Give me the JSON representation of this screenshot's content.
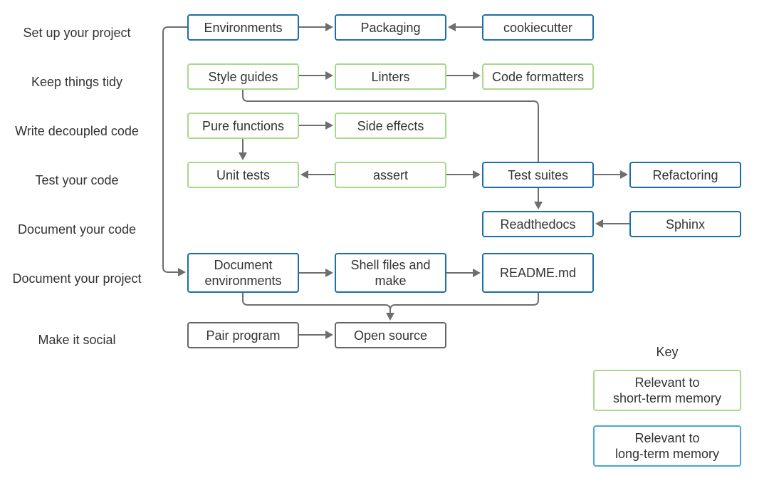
{
  "row_labels": [
    "Set up your project",
    "Keep things tidy",
    "Write decoupled code",
    "Test your code",
    "Document your code",
    "Document your project",
    "Make it social"
  ],
  "nodes": {
    "environments": "Environments",
    "packaging": "Packaging",
    "cookiecutter": "cookiecutter",
    "style_guides": "Style guides",
    "linters": "Linters",
    "code_formatters": "Code formatters",
    "pure_functions": "Pure functions",
    "side_effects": "Side effects",
    "unit_tests": "Unit tests",
    "assert": "assert",
    "test_suites": "Test suites",
    "refactoring": "Refactoring",
    "readthedocs": "Readthedocs",
    "sphinx": "Sphinx",
    "document_environments": "Document\nenvironments",
    "shell_files_make": "Shell files and\nmake",
    "readme": "README.md",
    "pair_program": "Pair program",
    "open_source": "Open source"
  },
  "key": {
    "title": "Key",
    "short_term": "Relevant to\nshort-term memory",
    "long_term": "Relevant to\nlong-term memory"
  },
  "colors": {
    "short_term_border": "#a8d98a",
    "long_term_border": "#1b6fa8",
    "social_border": "#666666",
    "key_long_term_border": "#45a8d6",
    "edge": "#6e6e6e"
  },
  "edges": [
    [
      "environments",
      "packaging"
    ],
    [
      "cookiecutter",
      "packaging"
    ],
    [
      "environments",
      "document_environments"
    ],
    [
      "style_guides",
      "linters"
    ],
    [
      "linters",
      "code_formatters"
    ],
    [
      "style_guides",
      "test_suites"
    ],
    [
      "pure_functions",
      "side_effects"
    ],
    [
      "pure_functions",
      "unit_tests"
    ],
    [
      "assert",
      "unit_tests"
    ],
    [
      "assert",
      "test_suites"
    ],
    [
      "test_suites",
      "refactoring"
    ],
    [
      "test_suites",
      "readthedocs"
    ],
    [
      "sphinx",
      "readthedocs"
    ],
    [
      "document_environments",
      "shell_files_make"
    ],
    [
      "shell_files_make",
      "readme"
    ],
    [
      "document_environments",
      "open_source"
    ],
    [
      "readme",
      "open_source"
    ],
    [
      "pair_program",
      "open_source"
    ]
  ]
}
